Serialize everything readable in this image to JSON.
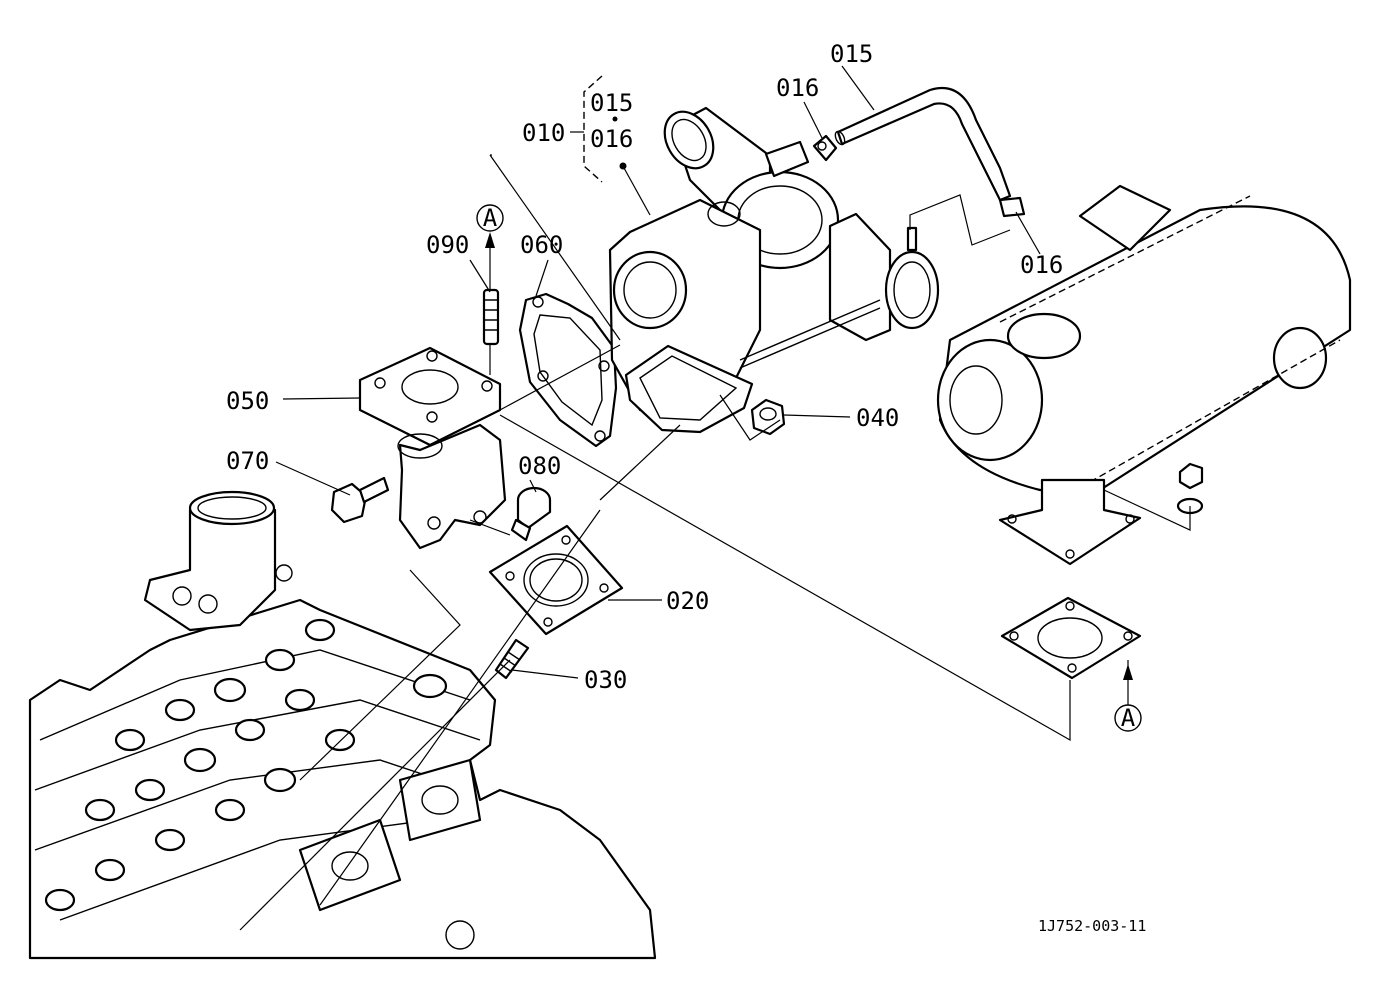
{
  "callouts": {
    "c010": "010",
    "c015_top": "015",
    "c016_top": "016",
    "c015_group": "015",
    "c016_group": "016",
    "c016_right": "016",
    "c020": "020",
    "c030": "030",
    "c040": "040",
    "c050": "050",
    "c060": "060",
    "c070": "070",
    "c080": "080",
    "c090": "090"
  },
  "refs": {
    "a_top": "A",
    "a_bottom": "A"
  },
  "drawing_code": "1J752-003-11"
}
